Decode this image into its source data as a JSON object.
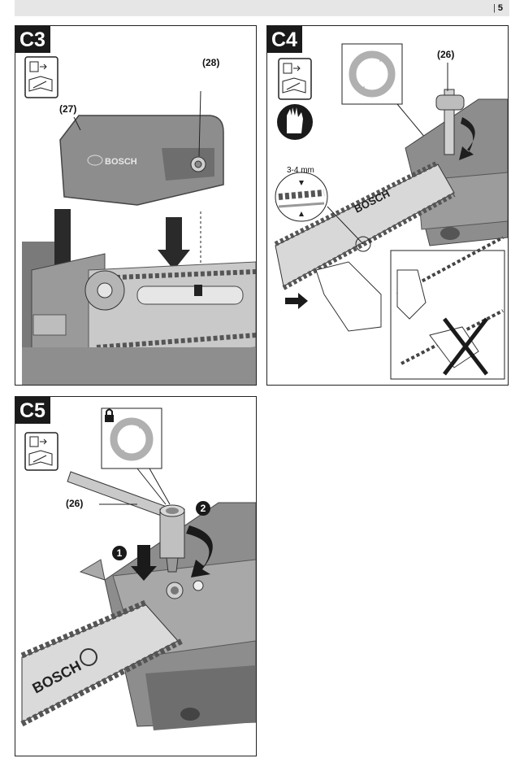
{
  "page": {
    "number": "5",
    "separator": "|"
  },
  "panels": {
    "c3": {
      "label": "C3",
      "callouts": {
        "cover": "(27)",
        "nut": "(28)"
      },
      "brand": "BOSCH"
    },
    "c4": {
      "label": "C4",
      "callouts": {
        "wrench": "(26)"
      },
      "tension": "3-4 mm",
      "brand": "BOSCH"
    },
    "c5": {
      "label": "C5",
      "callouts": {
        "wrench": "(26)"
      },
      "step1": "1",
      "step2": "2",
      "brand": "BOSCH"
    }
  },
  "icons": [
    "manual-read-icon",
    "gloves-icon",
    "rotate-arrows-icon",
    "lock-icon",
    "wrench-icon",
    "arrow-down-icon",
    "arrow-right-icon",
    "prohibited-cross-icon"
  ],
  "colors": {
    "label_bg": "#1a1a1a",
    "housing": "#8a8a8a",
    "bar": "#d9d9d9",
    "chain": "#555555"
  }
}
